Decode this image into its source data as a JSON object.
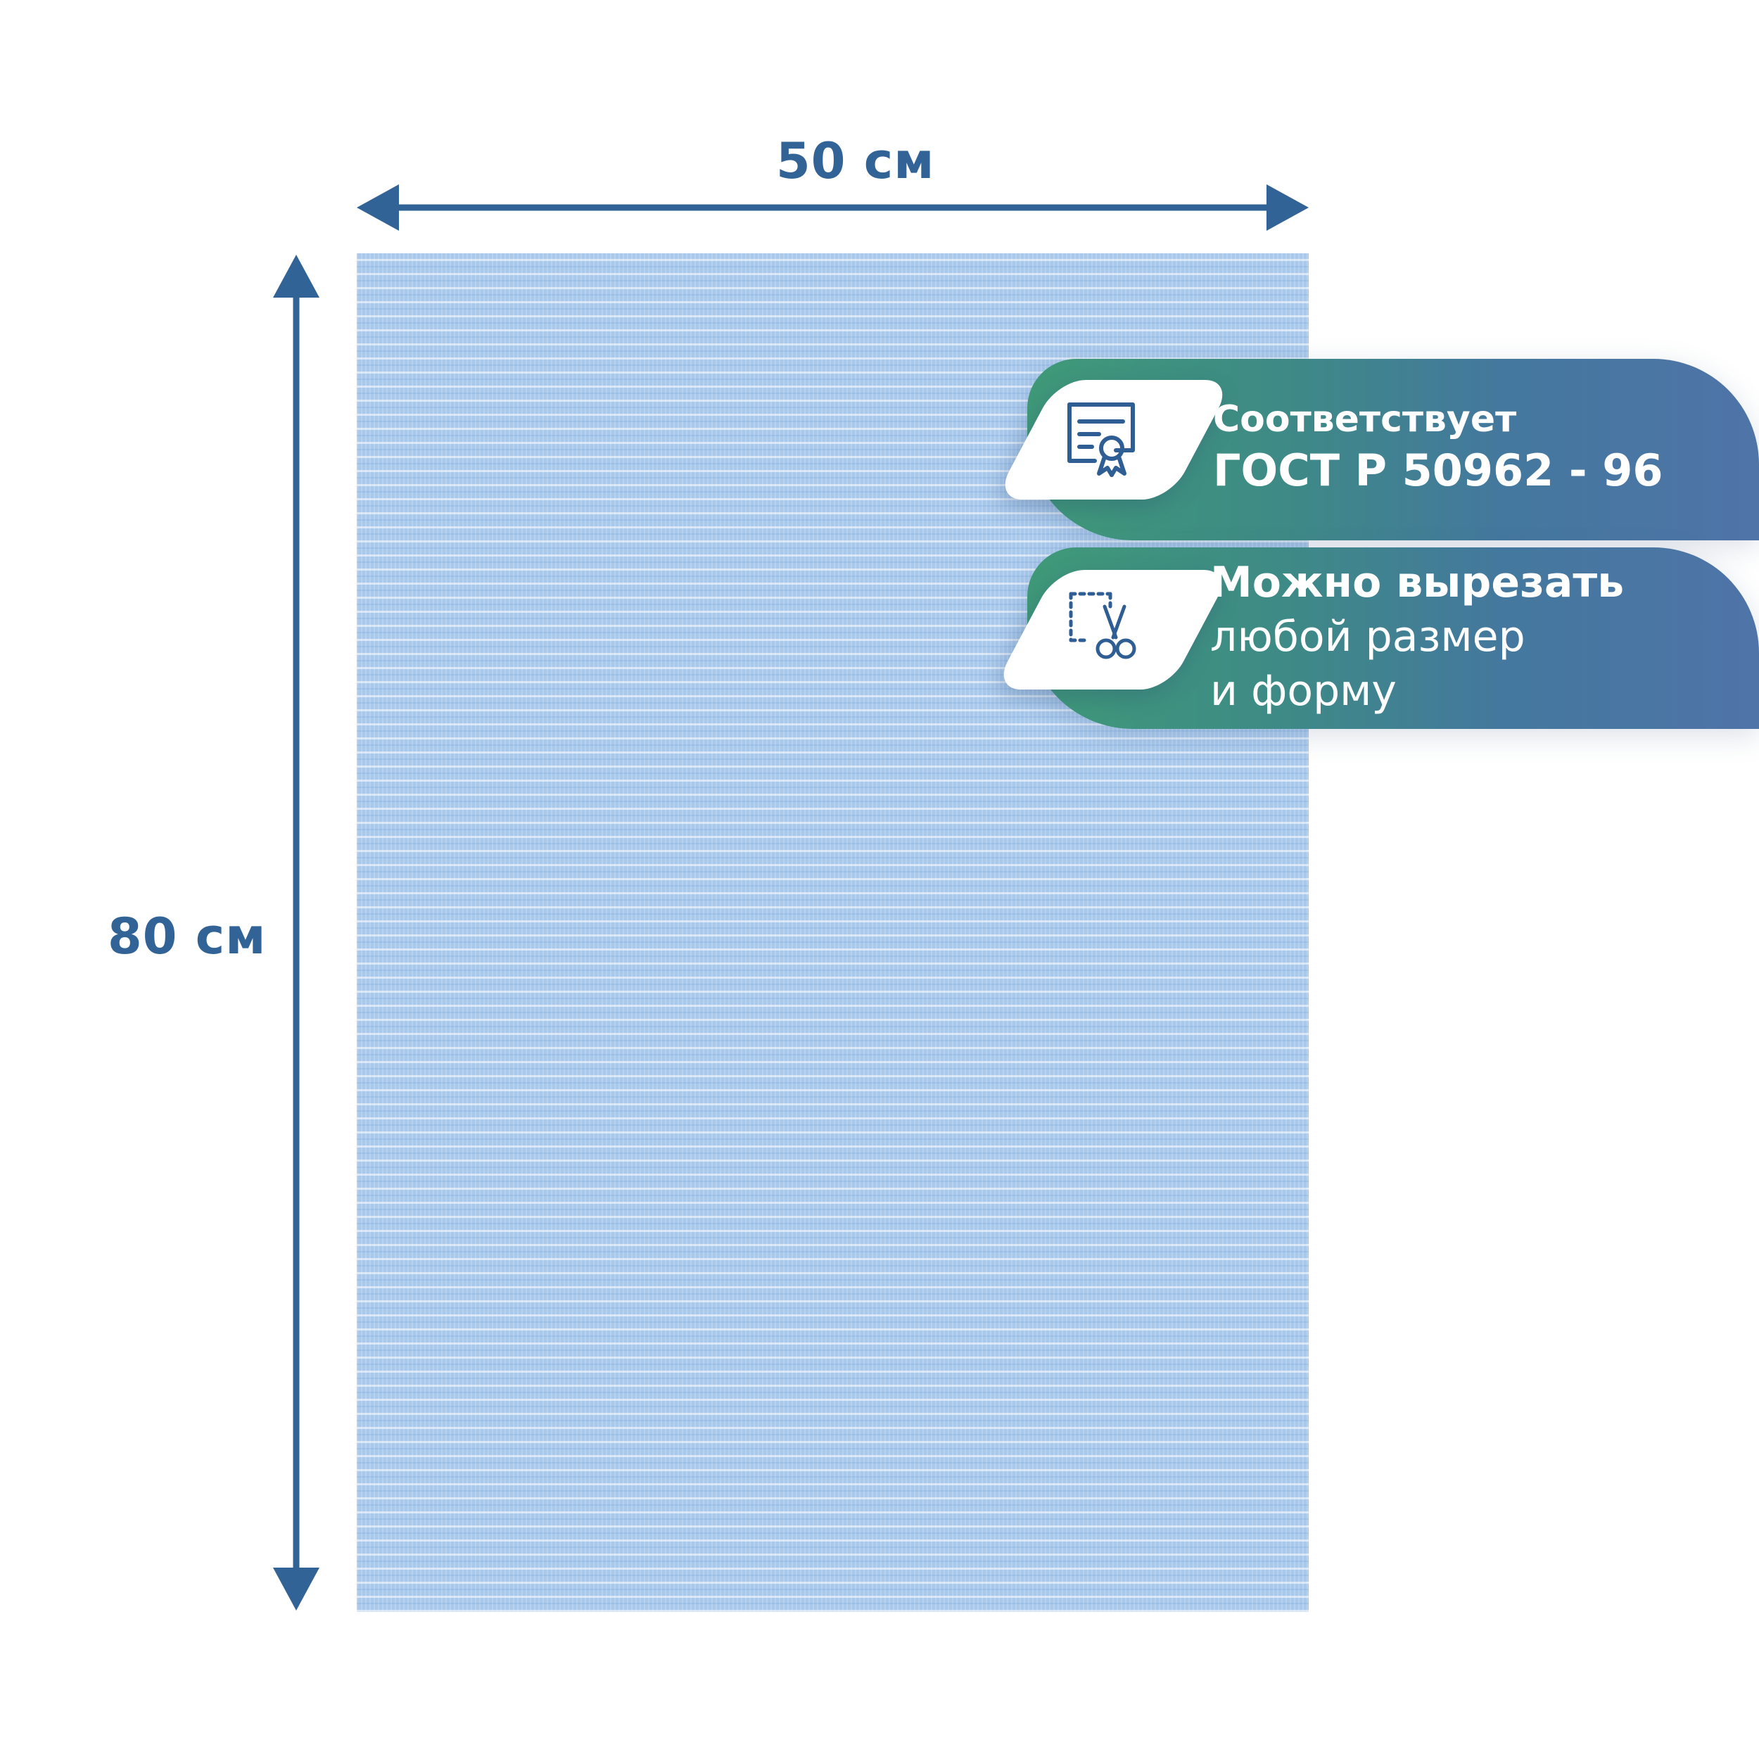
{
  "dimensions": {
    "width_label": "50 см",
    "height_label": "80 см"
  },
  "features": [
    {
      "icon": "certificate-icon",
      "lines": [
        "Соответствует",
        "ГОСТ Р 50962 - 96"
      ]
    },
    {
      "icon": "scissors-cut-icon",
      "lines": [
        "Можно вырезать",
        "любой размер",
        "и форму"
      ]
    }
  ],
  "colors": {
    "dimension": "#326396",
    "mat": "#a8c8ec",
    "banner_green": "#3f9a78",
    "banner_blue": "#4f74a8"
  }
}
